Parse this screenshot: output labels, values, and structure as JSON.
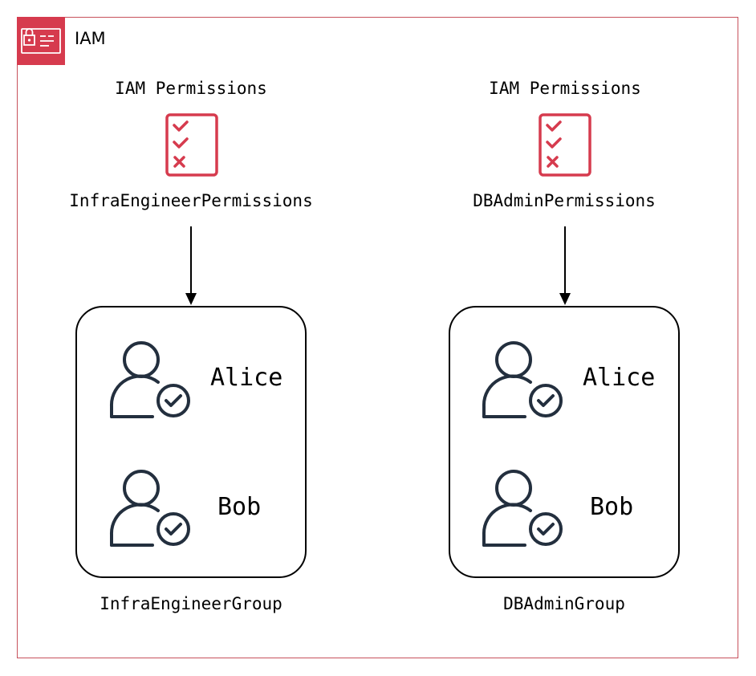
{
  "container": {
    "title": "IAM"
  },
  "colors": {
    "accent": "#d63b4e",
    "frame": "#c7515c",
    "icon_dark": "#232f3e"
  },
  "policies": [
    {
      "heading": "IAM Permissions",
      "name": "InfraEngineerPermissions",
      "icon": "checklist-icon"
    },
    {
      "heading": "IAM Permissions",
      "name": "DBAdminPermissions",
      "icon": "checklist-icon"
    }
  ],
  "groups": [
    {
      "name": "InfraEngineerGroup",
      "users": [
        {
          "name": "Alice",
          "icon": "user-check-icon"
        },
        {
          "name": "Bob",
          "icon": "user-check-icon"
        }
      ]
    },
    {
      "name": "DBAdminGroup",
      "users": [
        {
          "name": "Alice",
          "icon": "user-check-icon"
        },
        {
          "name": "Bob",
          "icon": "user-check-icon"
        }
      ]
    }
  ]
}
